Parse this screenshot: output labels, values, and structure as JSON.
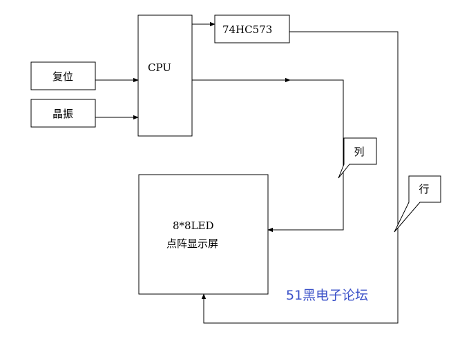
{
  "diagram": {
    "nodes": {
      "reset": "复位",
      "crystal": "晶振",
      "cpu": "CPU",
      "latch": "74HC573",
      "matrix_line1": "8*8LED",
      "matrix_line2": "点阵显示屏"
    },
    "callouts": {
      "column": "列",
      "row": "行"
    },
    "watermark": "51黑电子论坛",
    "colors": {
      "line": "#000000",
      "watermark": "#3a50c8"
    }
  }
}
